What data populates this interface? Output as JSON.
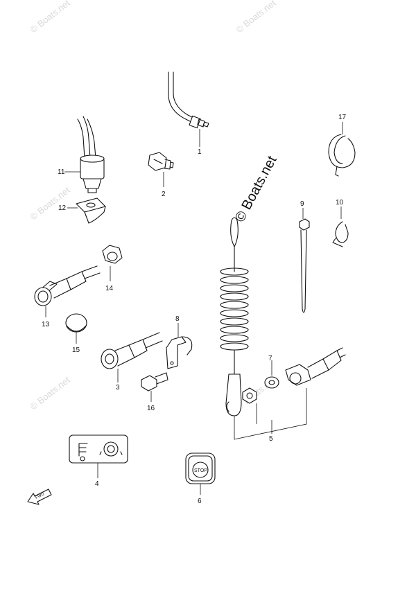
{
  "watermark": {
    "copyright_symbol": "©",
    "text": "Boats.net",
    "main_text": "© Boats.net"
  },
  "labels": {
    "p1": "1",
    "p2": "2",
    "p3": "3",
    "p4": "4",
    "p5": "5",
    "p6": "6",
    "p7": "7",
    "p8": "8",
    "p9": "9",
    "p10": "10",
    "p11": "11",
    "p12": "12",
    "p13": "13",
    "p14": "14",
    "p15": "15",
    "p16": "16",
    "p17": "17"
  },
  "stop_switch_text": "STOP",
  "fwd_text": "FWD"
}
